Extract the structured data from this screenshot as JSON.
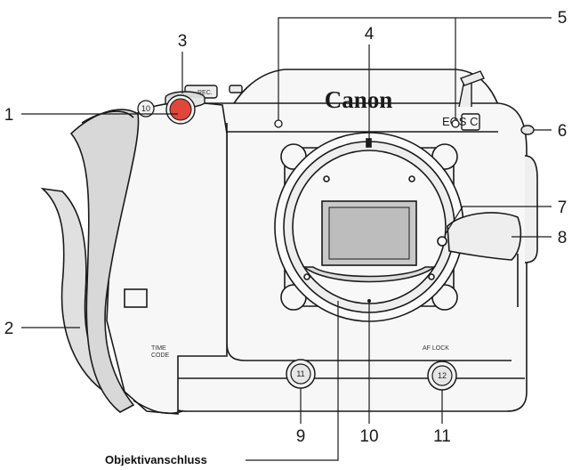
{
  "callouts": {
    "c1": "1",
    "c2": "2",
    "c3": "3",
    "c4": "4",
    "c5": "5",
    "c6": "6",
    "c7": "7",
    "c8": "8",
    "c9": "9",
    "c10": "10",
    "c11": "11"
  },
  "caption": "Objektivanschluss",
  "camera_text": {
    "brand": "Canon",
    "model": "EOS C",
    "rec": "REC.",
    "timecode_1": "TIME",
    "timecode_2": "CODE",
    "af_lock": "AF LOCK",
    "button_left": "11",
    "button_right": "12",
    "top_button": "10"
  },
  "colors": {
    "rec_button": "#e0463a",
    "line": "#1a1a1a",
    "sensor": "#c9c9c9",
    "grip": "#d8d8d8",
    "body": "#f7f7f7"
  }
}
